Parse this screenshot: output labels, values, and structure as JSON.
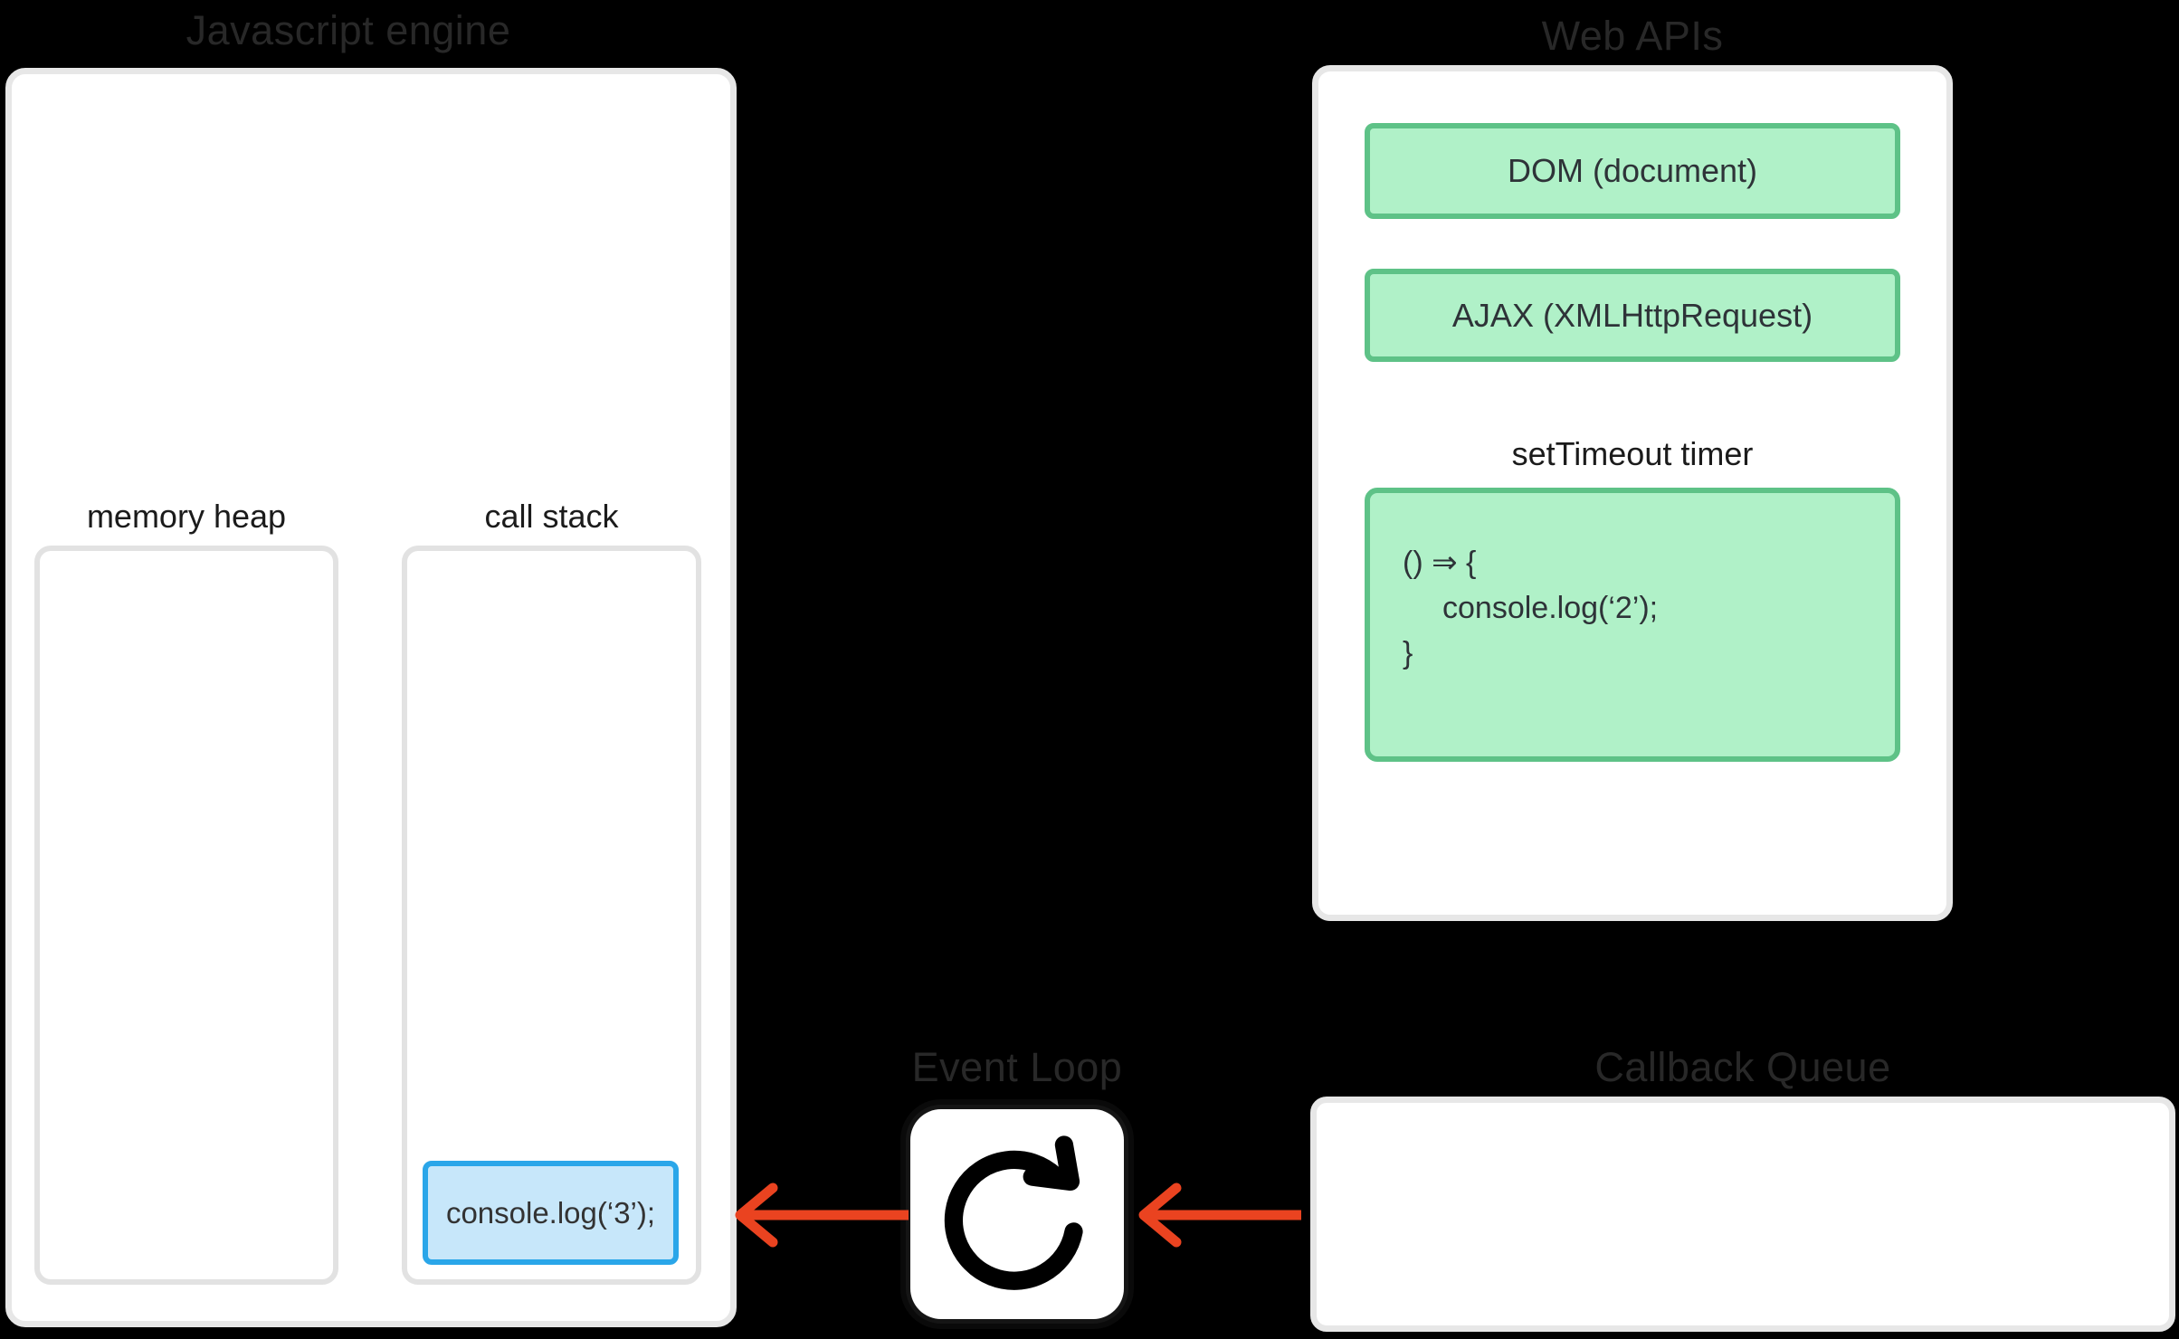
{
  "background": "#000000",
  "js_engine": {
    "title": "Javascript engine",
    "memory_heap_label": "memory heap",
    "call_stack_label": "call stack",
    "call_stack_frame": "console.log(‘3’);"
  },
  "web_apis": {
    "title": "Web APIs",
    "dom_item": "DOM (document)",
    "ajax_item": "AJAX (XMLHttpRequest)",
    "settimeout_label": "setTimeout timer",
    "timer_code_lines": [
      "() ⇒ {",
      "console.log(‘2’);",
      "}"
    ]
  },
  "event_loop": {
    "title": "Event Loop",
    "icon": "refresh-clockwise-icon"
  },
  "callback_queue": {
    "title": "Callback Queue"
  },
  "colors": {
    "arrow": "#ea4320",
    "green_fill": "#b0f1c8",
    "green_border": "#5ec287",
    "blue_fill": "#c7e7fa",
    "blue_border": "#2aa6e9",
    "title_text": "#282828"
  }
}
